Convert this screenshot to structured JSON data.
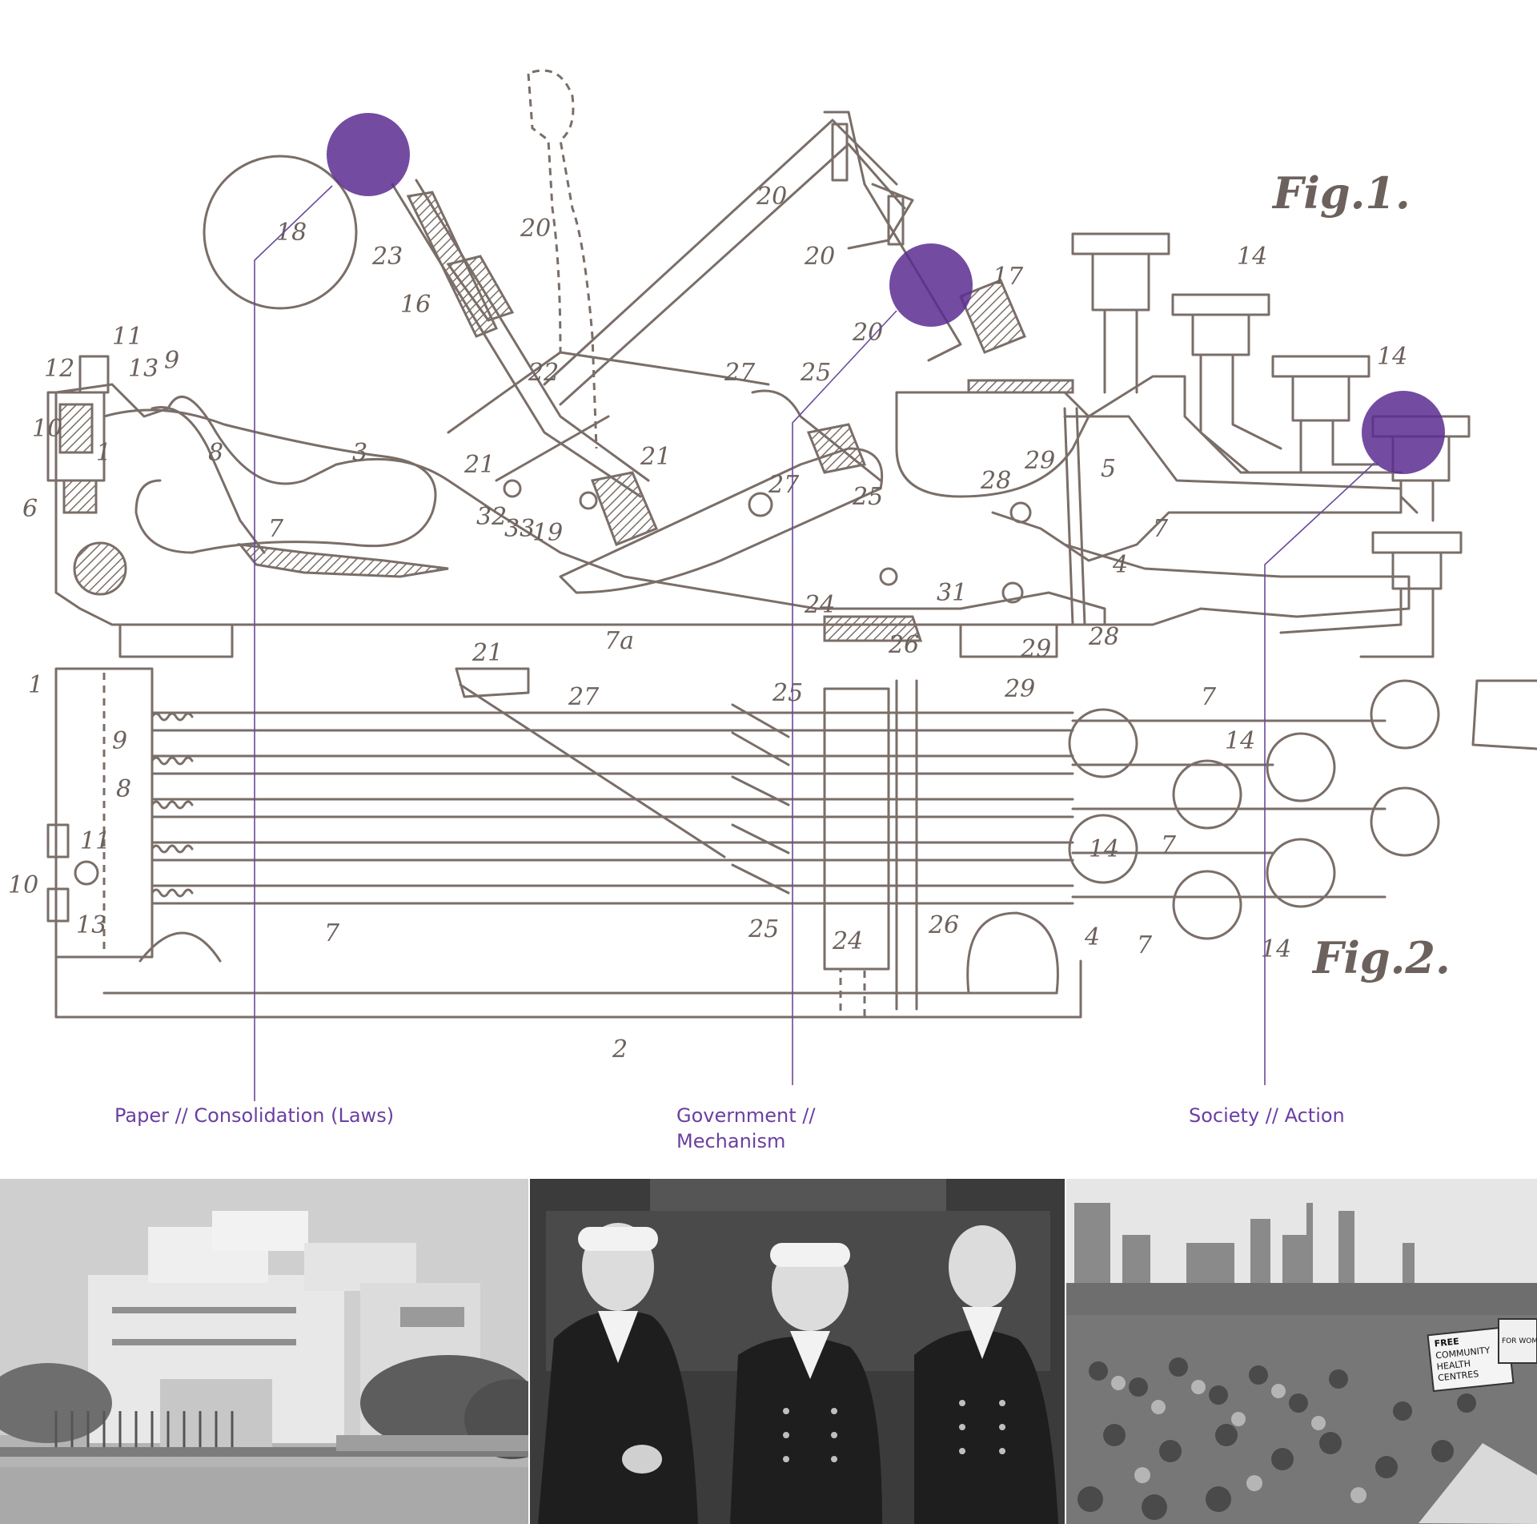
{
  "figure_labels": {
    "fig1": "Fig.1.",
    "fig2": "Fig.2."
  },
  "part_numbers": {
    "n1": "1",
    "n2": "2",
    "n3": "3",
    "n4": "4",
    "n5": "5",
    "n6": "6",
    "n7": "7",
    "n7a": "7a",
    "n8": "8",
    "n9": "9",
    "n10": "10",
    "n11": "11",
    "n12": "12",
    "n13": "13",
    "n14": "14",
    "n16": "16",
    "n17": "17",
    "n18": "18",
    "n19": "19",
    "n20": "20",
    "n21": "21",
    "n22": "22",
    "n23": "23",
    "n24": "24",
    "n25": "25",
    "n26": "26",
    "n27": "27",
    "n28": "28",
    "n29": "29",
    "n31": "31",
    "n32": "32",
    "n33": "33"
  },
  "captions": {
    "paper": "Paper // Consolidation (Laws)",
    "government_line1": "Government //",
    "government_line2": "Mechanism",
    "society": "Society // Action"
  },
  "photos": {
    "left": "High Court building",
    "middle": "Judges in wigs and robes",
    "right": "Crowd at rally",
    "sign_line1": "FREE",
    "sign_line2": "COMMUNITY",
    "sign_line3": "HEALTH",
    "sign_line4": "CENTRES",
    "sign2": "FOR WOMEN"
  },
  "colors": {
    "accent": "#5a2d91",
    "caption": "#6b3fa0",
    "sketch": "#7a6e68"
  }
}
